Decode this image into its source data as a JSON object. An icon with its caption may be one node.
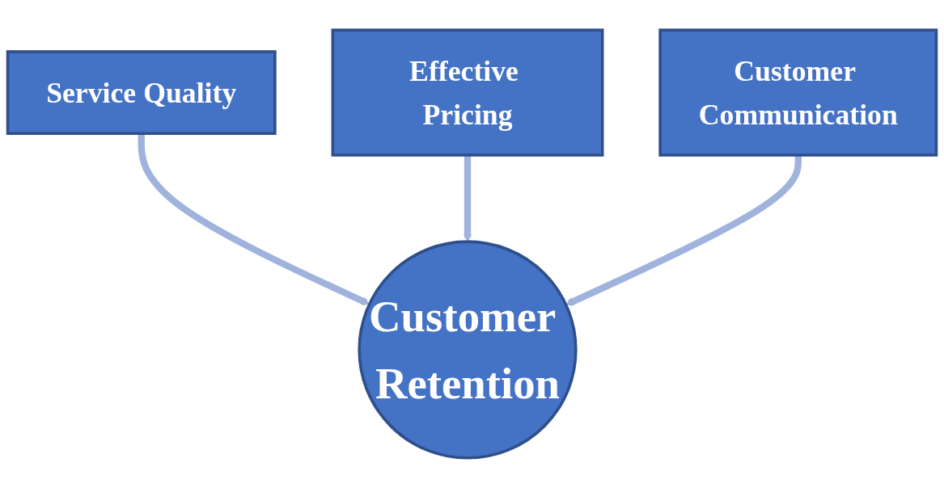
{
  "diagram": {
    "nodes": [
      {
        "text": [
          "Effective Pricing"
        ]
      },
      {
        "text": [
          "Service Quality"
        ]
      },
      {
        "text": [
          "Customer Communication"
        ]
      },
      {
        "text": [
          "Customer Retention"
        ]
      }
    ],
    "edges": [
      {
        "from": 1,
        "to": 3,
        "arrow": "to"
      },
      {
        "from": 0,
        "to": 3,
        "arrow": "to"
      },
      {
        "from": 2,
        "to": 3,
        "arrow": "to"
      }
    ]
  }
}
